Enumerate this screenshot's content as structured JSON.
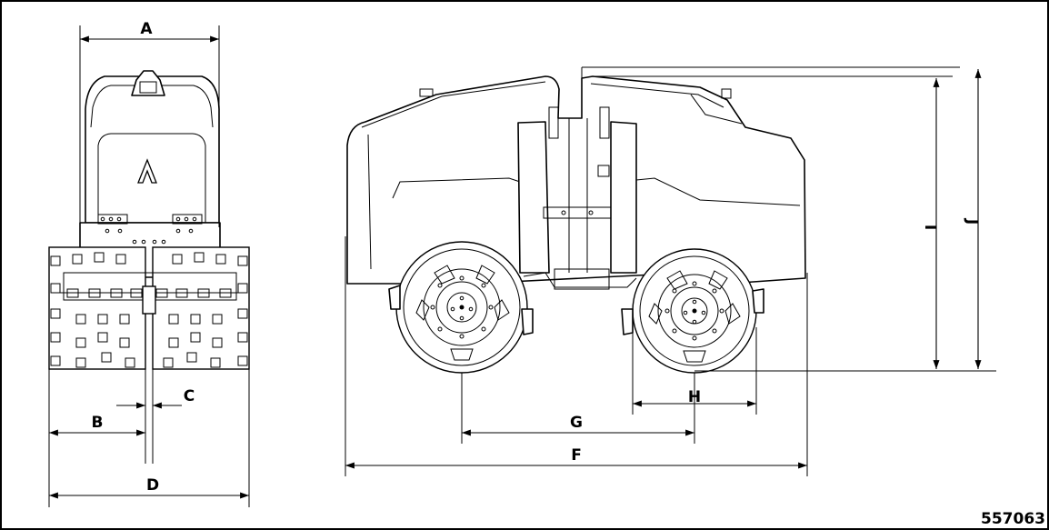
{
  "figure": {
    "id": "557063",
    "dimension_labels": {
      "A": "A",
      "B": "B",
      "C": "C",
      "D": "D",
      "F": "F",
      "G": "G",
      "H": "H",
      "I": "I",
      "J": "J"
    },
    "logo_mark": "A"
  }
}
